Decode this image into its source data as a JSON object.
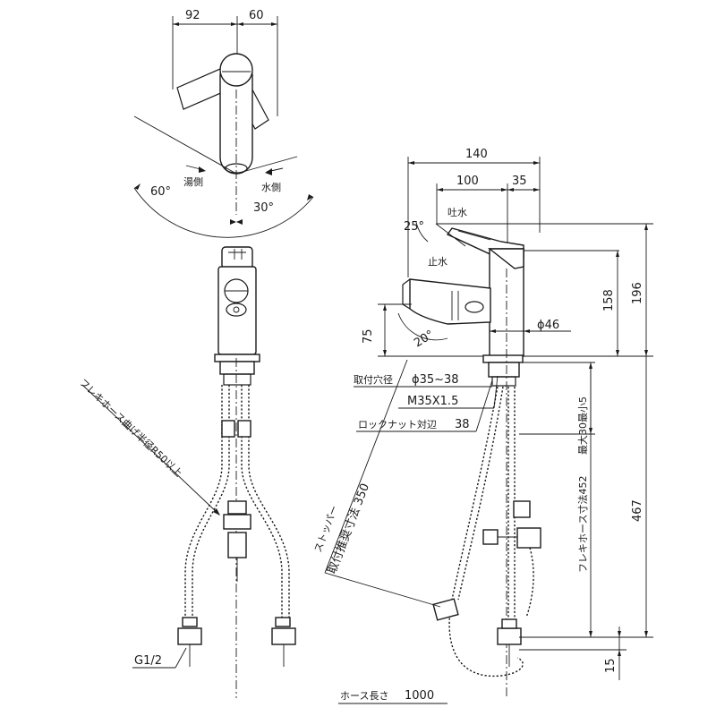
{
  "top_view": {
    "dim_92": "92",
    "dim_60": "60",
    "angle_left": "60°",
    "angle_right": "30°",
    "hot_side": "湯側",
    "cold_side": "水側"
  },
  "front_view": {
    "flex_hose_note": "フレキホース曲げ半径R50以上",
    "thread": "G1/2"
  },
  "side_view": {
    "dim_140": "140",
    "dim_100": "100",
    "dim_35": "35",
    "spout_angle": "25°",
    "water_out": "吐水",
    "water_stop": "止水",
    "dim_75": "75",
    "head_angle": "20°",
    "diameter": "ϕ46",
    "dim_158": "158",
    "dim_196": "196",
    "hole_label": "取付穴径",
    "hole_value": "ϕ35~38",
    "thread": "M35X1.5",
    "locknut_label": "ロックナット対辺",
    "locknut_value": "38",
    "max_thickness": "最大30最小5",
    "stopper_label": "ストッパー",
    "stopper_value": "取付推奨寸法 350",
    "flex_hose_length": "フレキホース寸法452",
    "dim_467": "467",
    "dim_15": "15",
    "hose_length_label": "ホース長さ",
    "hose_length_value": "1000"
  }
}
